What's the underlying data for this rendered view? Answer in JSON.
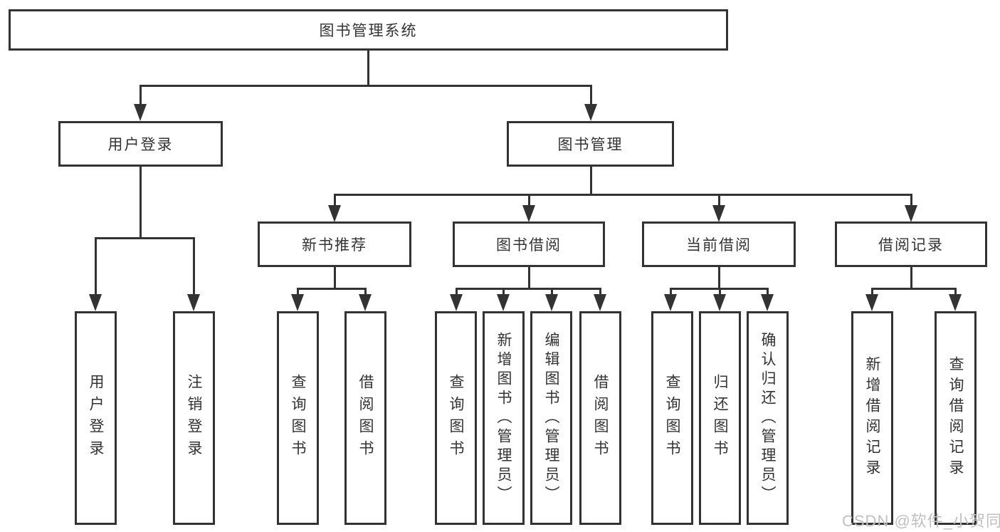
{
  "diagram": {
    "root": "图书管理系统",
    "level2": [
      "用户登录",
      "图书管理"
    ],
    "level3": [
      "新书推荐",
      "图书借阅",
      "当前借阅",
      "借阅记录"
    ],
    "leaves": {
      "login": [
        "用户登录",
        "注销登录"
      ],
      "recommend": [
        "查询图书",
        "借阅图书"
      ],
      "borrow": [
        "查询图书",
        "新增图书（管理员）",
        "编辑图书（管理员）",
        "借阅图书"
      ],
      "current": [
        "查询图书",
        "归还图书",
        "确认归还（管理员）"
      ],
      "records": [
        "新增借阅记录",
        "查询借阅记录"
      ]
    },
    "watermark": "CSDN @软件_小贺同学",
    "colors": {
      "line": "#333333",
      "text": "#333333",
      "background": "#ffffff",
      "watermark": "#c0c0c0"
    }
  }
}
